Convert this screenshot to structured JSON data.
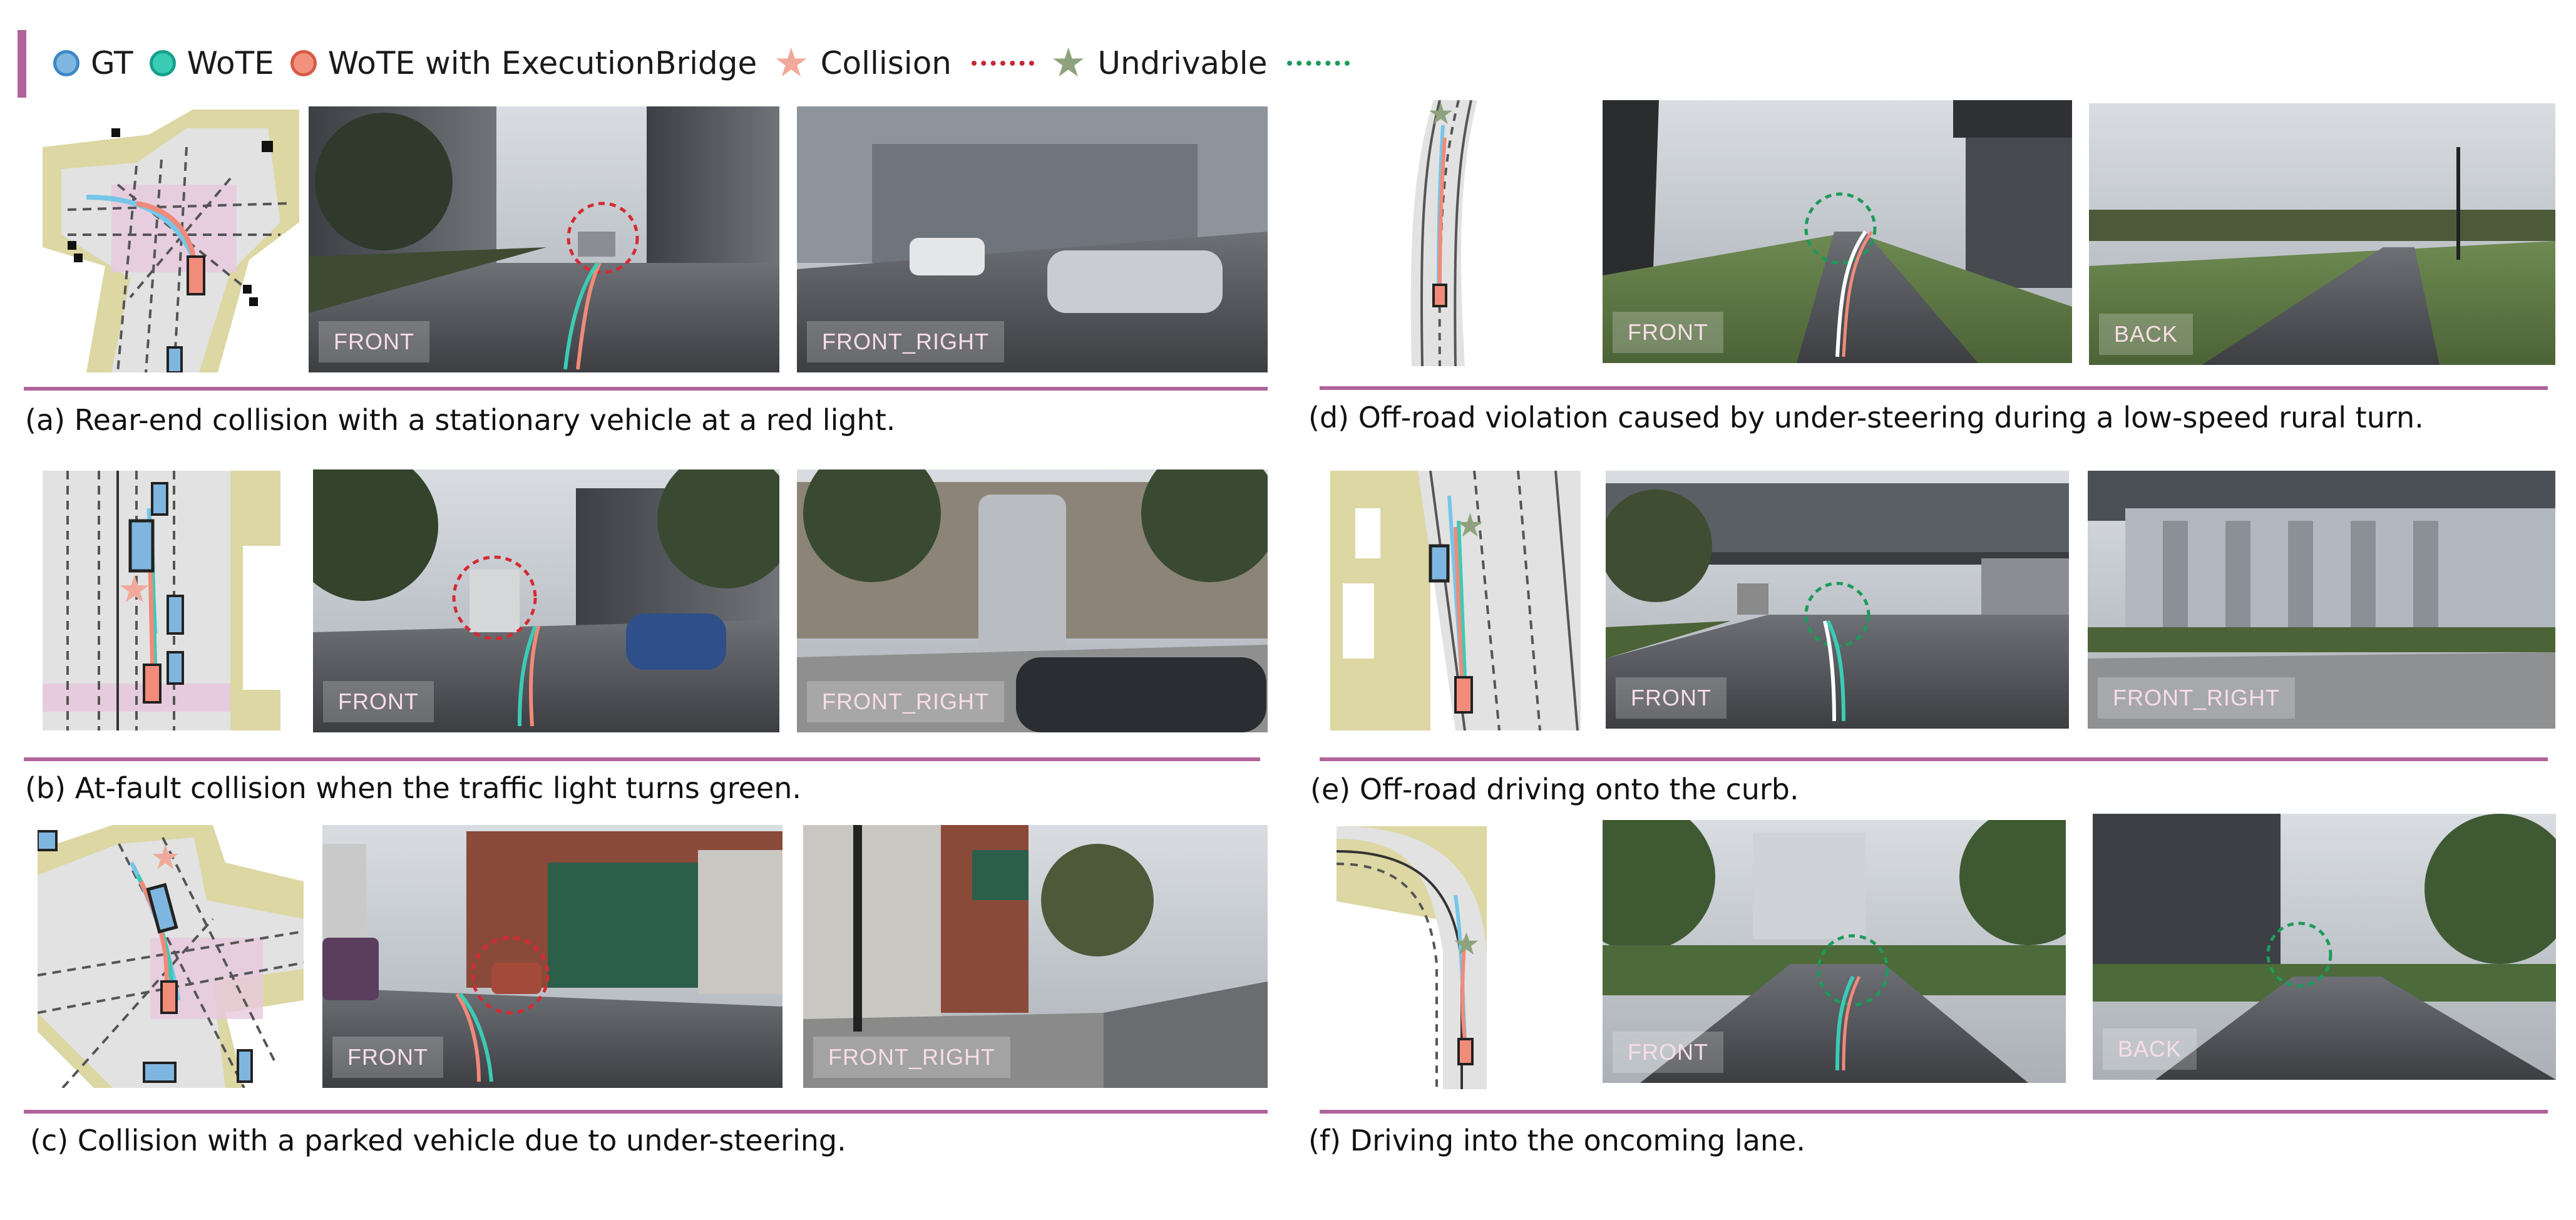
{
  "legend": {
    "gt": {
      "label": "GT",
      "fill": "#7fb6e0",
      "stroke": "#3c88c6"
    },
    "wote": {
      "label": "WoTE",
      "fill": "#3ccbb5",
      "stroke": "#16a18d"
    },
    "wote_eb": {
      "label": "WoTE with ExecutionBridge",
      "fill": "#f2917e",
      "stroke": "#d65a46"
    },
    "collision": {
      "label": "Collision",
      "star_color": "#f0a99a",
      "line_color": "#c42a35"
    },
    "undrivable": {
      "label": "Undrivable",
      "star_color": "#8ea37d",
      "line_color": "#1e9a5a"
    }
  },
  "colors": {
    "accent": "#b0649a"
  },
  "panels": [
    {
      "id": "a",
      "caption": "(a) Rear-end collision with a stationary vehicle at a red light.",
      "cam1": "FRONT",
      "cam2": "FRONT_RIGHT"
    },
    {
      "id": "b",
      "caption": "(b) At-fault collision when the traffic light turns green.",
      "cam1": "FRONT",
      "cam2": "FRONT_RIGHT"
    },
    {
      "id": "c",
      "caption": "(c) Collision with a parked vehicle due to under-steering.",
      "cam1": "FRONT",
      "cam2": "FRONT_RIGHT"
    },
    {
      "id": "d",
      "caption": "(d) Off-road violation caused by under-steering during a low-speed rural turn.",
      "cam1": "FRONT",
      "cam2": "BACK"
    },
    {
      "id": "e",
      "caption": "(e) Off-road driving onto the curb.",
      "cam1": "FRONT",
      "cam2": "FRONT_RIGHT"
    },
    {
      "id": "f",
      "caption": "(f) Driving into the oncoming lane.",
      "cam1": "FRONT",
      "cam2": "BACK"
    }
  ]
}
